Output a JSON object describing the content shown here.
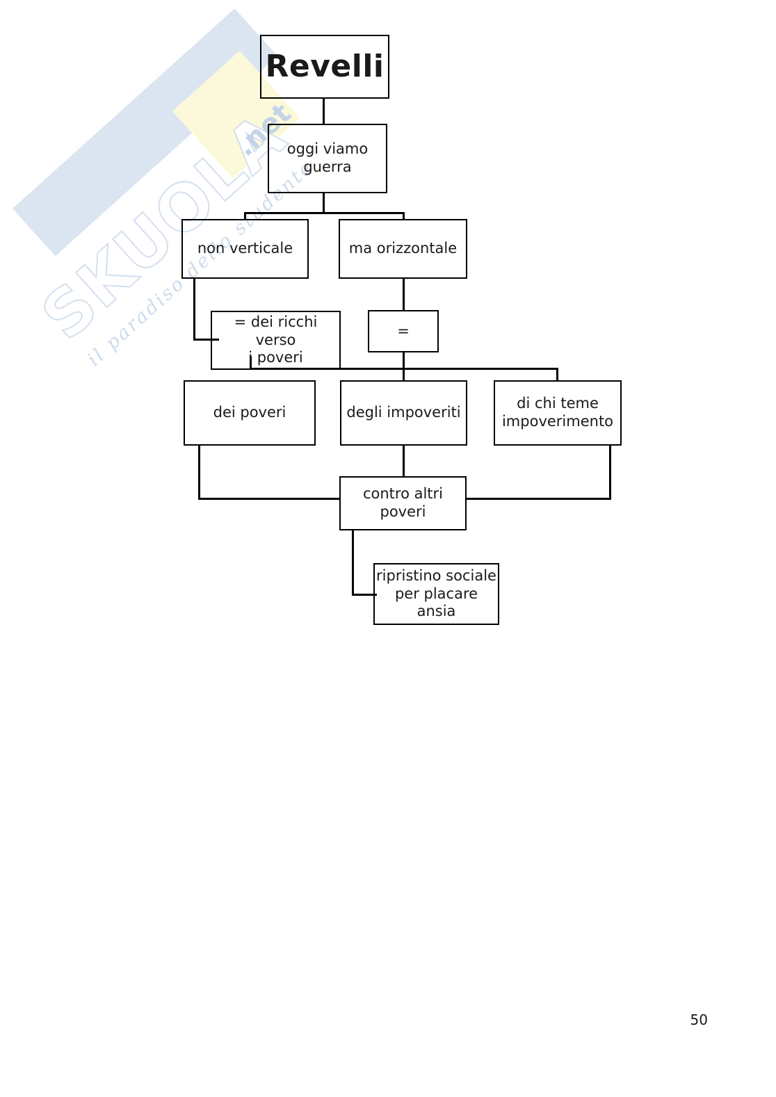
{
  "document": {
    "page_number": "50",
    "watermark": {
      "logo": "SKUOLA",
      "domain": ".net",
      "tagline": "il paradiso dello studente"
    }
  },
  "diagram": {
    "type": "flowchart",
    "root": "Revelli",
    "nodes": [
      {
        "id": "revelli",
        "label": "Revelli"
      },
      {
        "id": "oggi",
        "label": "oggi viamo\nguerra"
      },
      {
        "id": "nonverticale",
        "label": "non verticale"
      },
      {
        "id": "maorizz",
        "label": "ma orizzontale"
      },
      {
        "id": "ricchi",
        "label": "= dei ricchi verso\ni poveri"
      },
      {
        "id": "uguale",
        "label": "="
      },
      {
        "id": "deipoveri",
        "label": "dei poveri"
      },
      {
        "id": "impoveriti",
        "label": "degli impoveriti"
      },
      {
        "id": "dichiteme",
        "label": "di chi teme\nimpoverimento"
      },
      {
        "id": "controaltri",
        "label": "contro altri\npoveri"
      },
      {
        "id": "ripristino",
        "label": "ripristino sociale\nper placare\nansia"
      }
    ],
    "edges": [
      {
        "from": "revelli",
        "to": "oggi"
      },
      {
        "from": "oggi",
        "to": "nonverticale"
      },
      {
        "from": "oggi",
        "to": "maorizz"
      },
      {
        "from": "nonverticale",
        "to": "ricchi"
      },
      {
        "from": "maorizz",
        "to": "uguale"
      },
      {
        "from": "uguale",
        "to": "deipoveri"
      },
      {
        "from": "uguale",
        "to": "impoveriti"
      },
      {
        "from": "uguale",
        "to": "dichiteme"
      },
      {
        "from": "deipoveri",
        "to": "controaltri"
      },
      {
        "from": "impoveriti",
        "to": "controaltri"
      },
      {
        "from": "dichiteme",
        "to": "controaltri"
      },
      {
        "from": "controaltri",
        "to": "ripristino"
      }
    ],
    "labels": {
      "revelli": "Revelli",
      "oggi_line1": "oggi viamo",
      "oggi_line2": "guerra",
      "nonverticale": "non verticale",
      "maorizz": "ma orizzontale",
      "ricchi_line1": "= dei ricchi verso",
      "ricchi_line2": "i poveri",
      "uguale": "=",
      "deipoveri": "dei poveri",
      "impoveriti": "degli impoveriti",
      "dichiteme_line1": "di chi teme",
      "dichiteme_line2": "impoverimento",
      "controaltri_line1": "contro altri",
      "controaltri_line2": "poveri",
      "ripristino_line1": "ripristino sociale",
      "ripristino_line2": "per placare",
      "ripristino_line3": "ansia"
    },
    "colors": {
      "stroke": "#000000",
      "text": "#1a1a1a",
      "background": "#ffffff",
      "watermark_blue": "#dbe5f1",
      "watermark_yellow": "#fcf9da"
    }
  }
}
